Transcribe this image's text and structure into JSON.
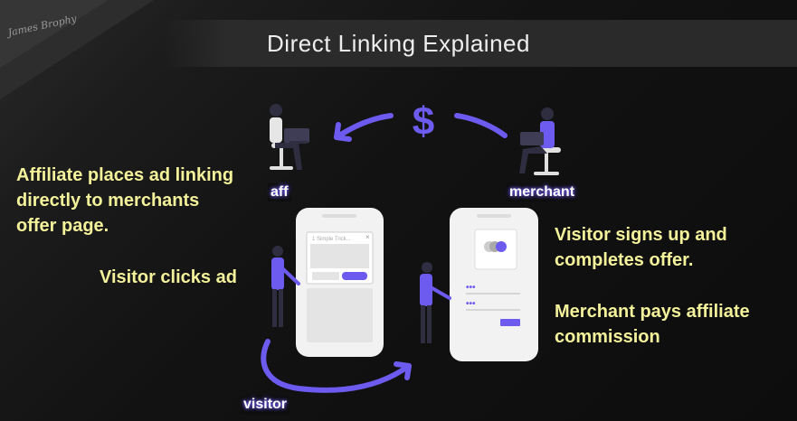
{
  "title": "Direct Linking Explained",
  "signature": "James Brophy",
  "labels": {
    "aff": "aff",
    "merchant": "merchant",
    "visitor": "visitor"
  },
  "captions": {
    "affiliate_line1": "Affiliate places ad linking",
    "affiliate_line2": "directly to merchants",
    "affiliate_line3": "offer page.",
    "visitor_clicks": "Visitor clicks ad",
    "signs_up_line1": "Visitor signs up and",
    "signs_up_line2": "completes offer.",
    "pays_line1": "Merchant pays affiliate",
    "pays_line2": "commission"
  },
  "popup": {
    "headline": "1 Simple Trick...",
    "close": "×"
  },
  "currency_symbol": "$",
  "form_dots": [
    "•••",
    "•••"
  ],
  "colors": {
    "accent": "#6d5bf0",
    "caption": "#f3f19a",
    "background": "#121212"
  }
}
